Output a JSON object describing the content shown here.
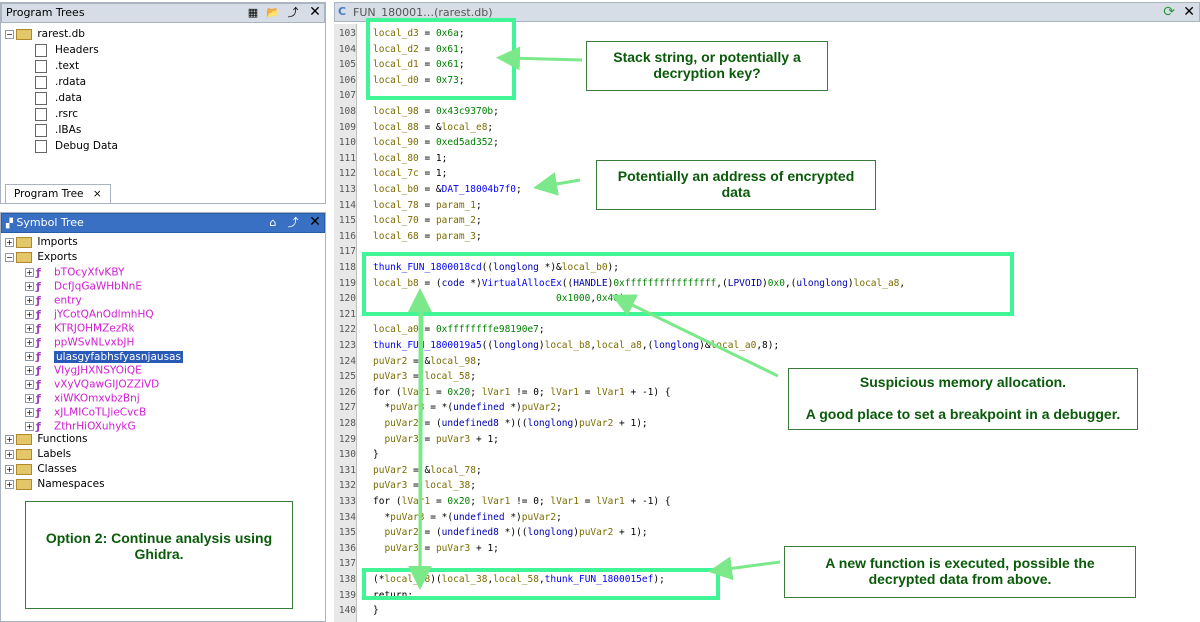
{
  "program_trees": {
    "title": "Program Trees",
    "root": "rarest.db",
    "items": [
      "Headers",
      ".text",
      ".rdata",
      ".data",
      ".rsrc",
      ".IBAs",
      "Debug Data"
    ],
    "tab": "Program Tree",
    "tab_close": "×"
  },
  "symbol_tree": {
    "title": "Symbol Tree",
    "imports": "Imports",
    "exports": "Exports",
    "export_items": [
      "bTOcyXfvKBY",
      "DcfJqGaWHbNnE",
      "entry",
      "jYCotQAnOdlmhHQ",
      "KTRJOHMZezRk",
      "ppWSvNLvxbJH",
      "ulasgyfabhsfyasnjausas",
      "VIygJHXNSYOiQE",
      "vXyVQawGIJOZZiVD",
      "xiWKOmxvbzBnj",
      "xJLMICoTLJieCvcB",
      "ZthrHiOXuhykG"
    ],
    "functions": "Functions",
    "labels": "Labels",
    "classes": "Classes",
    "namespaces": "Namespaces"
  },
  "code_title": "FUN_180001…(rarest.db)",
  "close_glyph": "✕",
  "code_lines": [
    {
      "n": "103",
      "t": "local_d3 = 0x6a;"
    },
    {
      "n": "104",
      "t": "local_d2 = 0x61;"
    },
    {
      "n": "105",
      "t": "local_d1 = 0x61;"
    },
    {
      "n": "106",
      "t": "local_d0 = 0x73;"
    },
    {
      "n": "107",
      "t": ""
    },
    {
      "n": "108",
      "t": "local_98 = 0x43c9370b;"
    },
    {
      "n": "109",
      "t": "local_88 = &local_e8;"
    },
    {
      "n": "110",
      "t": "local_90 = 0xed5ad352;"
    },
    {
      "n": "111",
      "t": "local_80 = 1;"
    },
    {
      "n": "112",
      "t": "local_7c = 1;"
    },
    {
      "n": "113",
      "t": "local_b0 = &DAT_18004b7f0;"
    },
    {
      "n": "114",
      "t": "local_78 = param_1;"
    },
    {
      "n": "115",
      "t": "local_70 = param_2;"
    },
    {
      "n": "116",
      "t": "local_68 = param_3;"
    },
    {
      "n": "117",
      "t": ""
    },
    {
      "n": "118",
      "t": "thunk_FUN_1800018cd((longlong *)&local_b0);"
    },
    {
      "n": "119",
      "t": "local_b8 = (code *)VirtualAllocEx((HANDLE)0xffffffffffffffff,(LPVOID)0x0,(ulonglong)local_a8,"
    },
    {
      "n": "120",
      "t": "                                0x1000,0x40);"
    },
    {
      "n": "121",
      "t": ""
    },
    {
      "n": "122",
      "t": "local_a0 = 0xffffffffe98190e7;"
    },
    {
      "n": "123",
      "t": "thunk_FUN_1800019a5((longlong)local_b8,local_a8,(longlong)&local_a0,8);"
    },
    {
      "n": "124",
      "t": "puVar2 = &local_98;"
    },
    {
      "n": "125",
      "t": "puVar3 = local_58;"
    },
    {
      "n": "126",
      "t": "for (lVar1 = 0x20; lVar1 != 0; lVar1 = lVar1 + -1) {"
    },
    {
      "n": "127",
      "t": "  *puVar3 = *(undefined *)puVar2;"
    },
    {
      "n": "128",
      "t": "  puVar2 = (undefined8 *)((longlong)puVar2 + 1);"
    },
    {
      "n": "129",
      "t": "  puVar3 = puVar3 + 1;"
    },
    {
      "n": "130",
      "t": "}"
    },
    {
      "n": "131",
      "t": "puVar2 = &local_78;"
    },
    {
      "n": "132",
      "t": "puVar3 = local_38;"
    },
    {
      "n": "133",
      "t": "for (lVar1 = 0x20; lVar1 != 0; lVar1 = lVar1 + -1) {"
    },
    {
      "n": "134",
      "t": "  *puVar3 = *(undefined *)puVar2;"
    },
    {
      "n": "135",
      "t": "  puVar2 = (undefined8 *)((longlong)puVar2 + 1);"
    },
    {
      "n": "136",
      "t": "  puVar3 = puVar3 + 1;"
    },
    {
      "n": "137",
      "t": ""
    },
    {
      "n": "138",
      "t": "(*local_b8)(local_38,local_58,thunk_FUN_1800015ef);"
    },
    {
      "n": "139",
      "t": "return;"
    },
    {
      "n": "140",
      "t": "}"
    }
  ],
  "notes": {
    "stack_string": "Stack string, or potentially a decryption key?",
    "encrypted_data": "Potentially an address of encrypted data",
    "alloc_1": "Suspicious memory allocation.",
    "alloc_2": "A good place to set a breakpoint in a debugger.",
    "new_function": "A new function is executed, possible the decrypted data from above.",
    "option2": "Option 2: Continue analysis using Ghidra."
  },
  "colors": {
    "highlight_box": "#3ff596",
    "note_text": "#0a5a0a",
    "title_blue": "#3a70c4"
  }
}
